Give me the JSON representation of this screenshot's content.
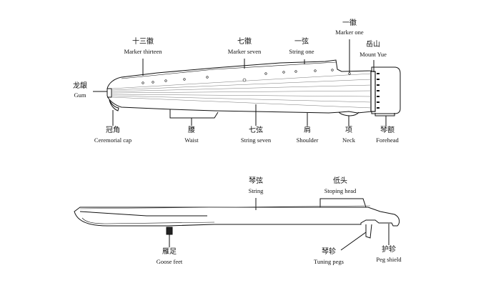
{
  "colors": {
    "ink": "#111111",
    "string": "#555555",
    "bg": "#ffffff"
  },
  "top_view": {
    "labels": {
      "marker_thirteen": {
        "zh": "十三徽",
        "en": "Marker thirteen"
      },
      "marker_seven": {
        "zh": "七徽",
        "en": "Marker seven"
      },
      "string_one": {
        "zh": "一弦",
        "en": "String one"
      },
      "marker_one": {
        "zh": "一徽",
        "en": "Marker one"
      },
      "mount_yue": {
        "zh": "岳山",
        "en": "Mount Yue"
      },
      "gum": {
        "zh": "龙龈",
        "en": "Gum"
      },
      "ceremonial_cap": {
        "zh": "冠角",
        "en": "Ceremorial cap"
      },
      "waist": {
        "zh": "腰",
        "en": "Waist"
      },
      "string_seven": {
        "zh": "七弦",
        "en": "String seven"
      },
      "shoulder": {
        "zh": "肩",
        "en": "Shoulder"
      },
      "neck": {
        "zh": "项",
        "en": "Neck"
      },
      "forehead": {
        "zh": "琴额",
        "en": "Forehead"
      }
    }
  },
  "side_view": {
    "labels": {
      "string": {
        "zh": "琴弦",
        "en": "String"
      },
      "stoping_head": {
        "zh": "低头",
        "en": "Stoping head"
      },
      "goose_feet": {
        "zh": "雁足",
        "en": "Goose feet"
      },
      "tuning_pegs": {
        "zh": "琴轸",
        "en": "Tuning pegs"
      },
      "peg_shield": {
        "zh": "护轸",
        "en": "Peg shield"
      }
    }
  }
}
